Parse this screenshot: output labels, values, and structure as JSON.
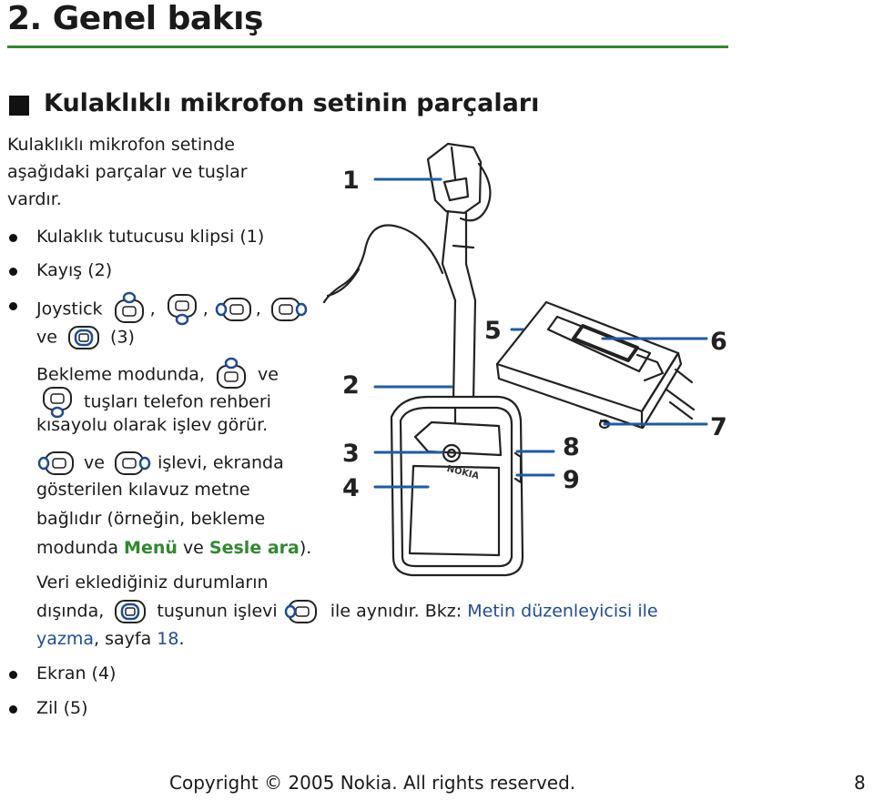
{
  "chapter_title": "2.   Genel bakış",
  "section_title": "Kulaklıklı mikrofon setinin parçaları",
  "intro": [
    "Kulaklıklı mikrofon setinde",
    "aşağıdaki parçalar ve tuşlar",
    "vardır."
  ],
  "bullets": {
    "b1": "Kulaklık tutucusu klipsi (1)",
    "b2": "Kayış (2)",
    "b3_start": "Joystick",
    "b3_ve": "ve",
    "b3_end": "(3)",
    "b4": "Ekran (4)",
    "b5": "Zil (5)"
  },
  "para1": {
    "line1_a": "Bekleme modunda,",
    "line1_b": "ve",
    "line2": "tuşları telefon rehberi",
    "line3": "kısayolu olarak işlev görür."
  },
  "para2": {
    "line1_a": "ve",
    "line1_b": "işlevi, ekranda",
    "line2": "gösterilen kılavuz metne",
    "line3": "bağlıdır (örneğin, bekleme",
    "line4_a": "modunda",
    "menu": "Menü",
    "line4_b": "ve",
    "sesle_ara": "Sesle ara",
    "line4_c": ")."
  },
  "para3": {
    "line1": "Veri eklediğiniz durumların",
    "line2_a": "dışında,",
    "line2_b": "tuşunun işlevi",
    "line2_c": "ile aynıdır. Bkz:",
    "link1": "Metin düzenleyicisi ile",
    "link2": "yazma",
    "line3_b": ", sayfa",
    "page_ref": "18",
    "line3_c": "."
  },
  "callouts": [
    "1",
    "2",
    "3",
    "4",
    "5",
    "6",
    "7",
    "8",
    "9"
  ],
  "device_brand": "NOKIA",
  "footer": {
    "copyright": "Copyright © 2005 Nokia. All rights reserved.",
    "page_number": "8"
  },
  "colors": {
    "rule": "#2e8a2e",
    "highlight_green": "#2f8a2f",
    "link_blue": "#1f4b95",
    "leader_blue": "#1f5aa8"
  }
}
